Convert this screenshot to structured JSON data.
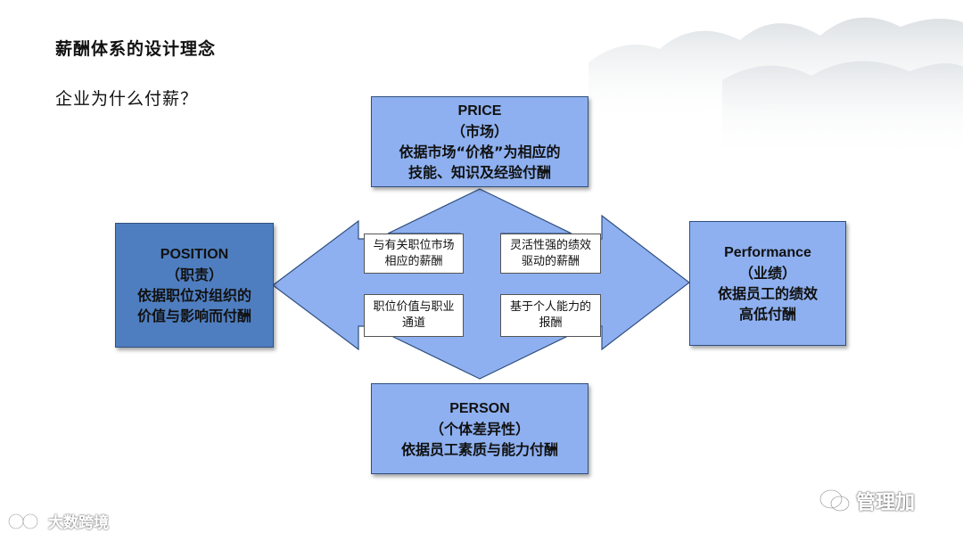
{
  "slide": {
    "title": "薪酬体系的设计理念",
    "subtitle": "企业为什么付薪？"
  },
  "boxes": {
    "price": {
      "en": "PRICE",
      "paren": "（市场）",
      "line1": "依据市场“价格”为相应的",
      "line2": "技能、知识及经验付酬"
    },
    "position": {
      "en": "POSITION",
      "paren": "（职责）",
      "line1": "依据职位对组织的",
      "line2": "价值与影响而付酬"
    },
    "performance": {
      "en": "Performance",
      "paren": "（业绩）",
      "line1": "依据员工的绩效",
      "line2": "高低付酬"
    },
    "person": {
      "en": "PERSON",
      "paren": "（个体差异性）",
      "line1": "依据员工素质与能力付酬"
    }
  },
  "notes": {
    "top_left": {
      "line1": "与有关职位市场",
      "line2": "相应的薪酬"
    },
    "top_right": {
      "line1": "灵活性强的绩效",
      "line2": "驱动的薪酬"
    },
    "bottom_left": {
      "line1": "职位价值与职业",
      "line2": "通道"
    },
    "bottom_right": {
      "line1": "基于个人能力的",
      "line2": "报酬"
    }
  },
  "watermarks": {
    "left": "大数跨境",
    "right": "管理加"
  },
  "colors": {
    "arrow_fill": "#8eb0f0",
    "box_light": "#8eb0f0",
    "box_dark": "#4f7ec0",
    "border": "#2f4f7f"
  }
}
